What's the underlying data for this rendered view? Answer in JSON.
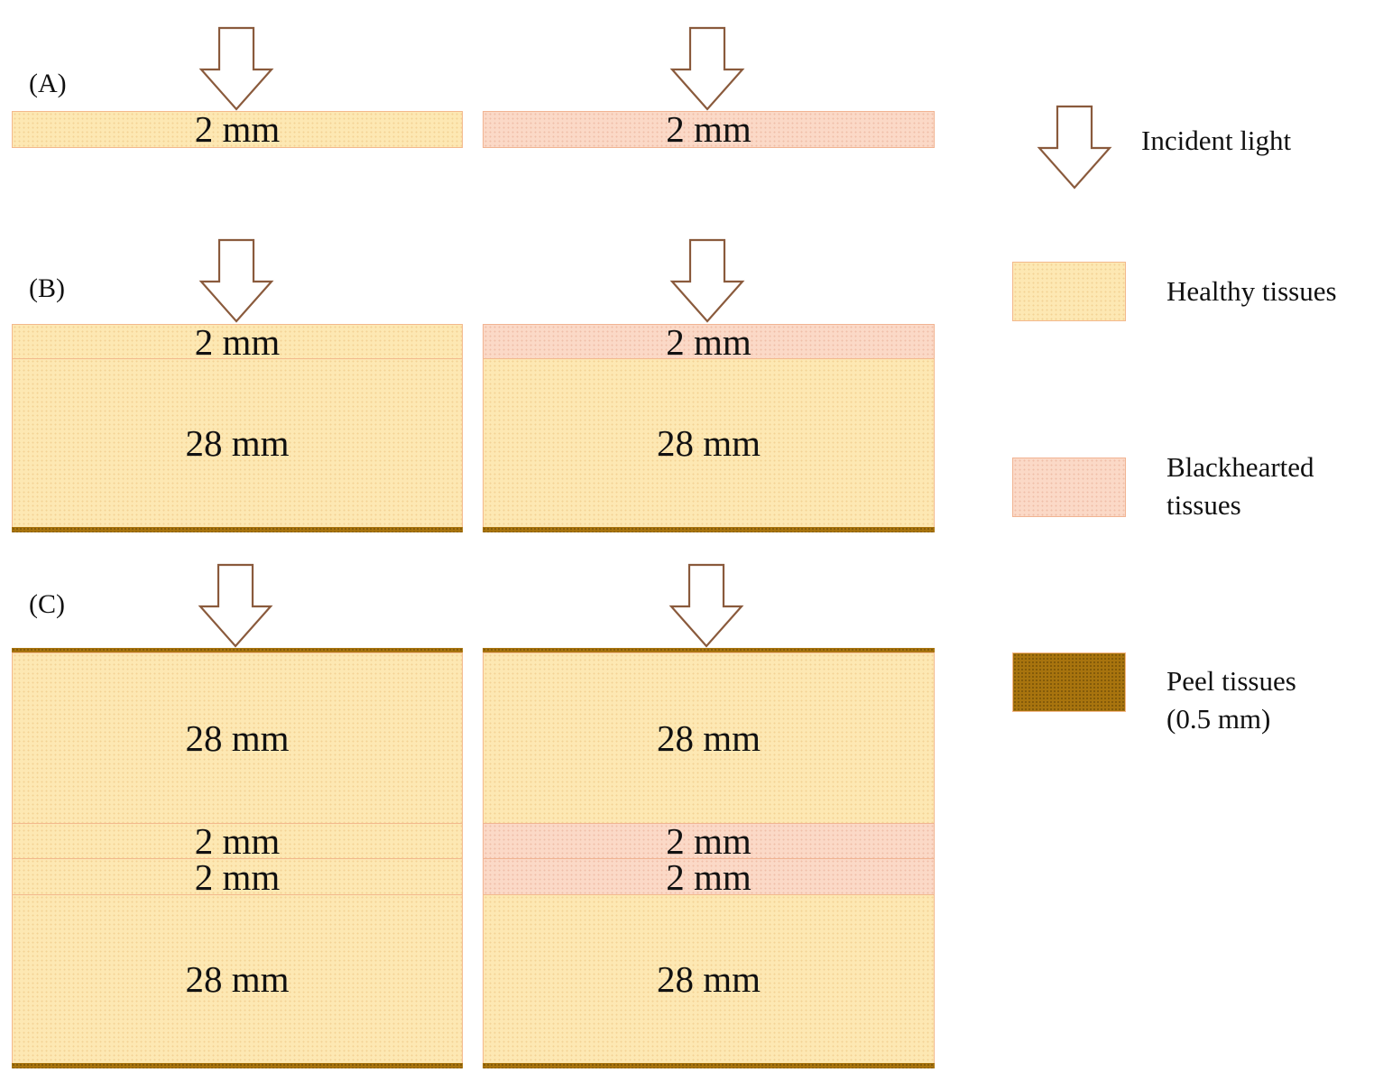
{
  "panels": {
    "a": {
      "label": "(A)",
      "left": {
        "top": "2 mm"
      },
      "right": {
        "top": "2 mm"
      }
    },
    "b": {
      "label": "(B)",
      "left": {
        "top": "2 mm",
        "bottom": "28 mm"
      },
      "right": {
        "top": "2 mm",
        "bottom": "28 mm"
      }
    },
    "c": {
      "label": "(C)",
      "left": {
        "l1": "28 mm",
        "l2": "2 mm",
        "l3": "2 mm",
        "l4": "28 mm"
      },
      "right": {
        "l1": "28 mm",
        "l2": "2 mm",
        "l3": "2 mm",
        "l4": "28 mm"
      }
    }
  },
  "legend": {
    "incident_light": "Incident light",
    "healthy": "Healthy tissues",
    "blackhearted_line1": "Blackhearted",
    "blackhearted_line2": "tissues",
    "peel_line1": "Peel tissues",
    "peel_line2": "(0.5 mm)"
  },
  "colors": {
    "healthy": "#fde8b3",
    "blackhearted": "#fbd9c7",
    "peel": "#a8740e",
    "arrow_stroke": "#8a5a3c"
  },
  "icons": {
    "incident_light": "down-arrow-icon"
  }
}
